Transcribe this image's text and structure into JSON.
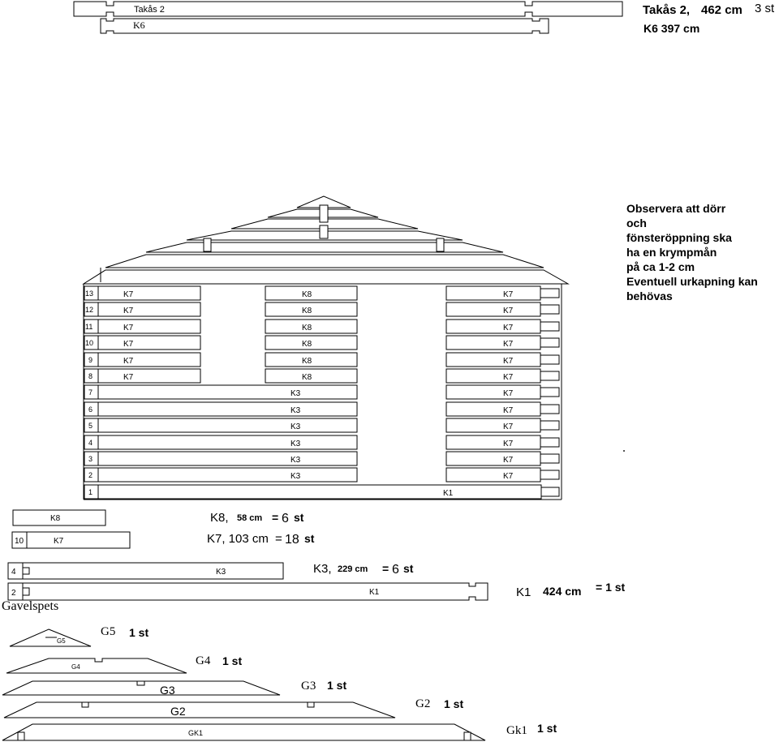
{
  "top": {
    "takas_label": "Takås 2",
    "k6_label": "K6",
    "takas_annot_name": "Takås 2,",
    "takas_annot_len": "462 cm",
    "takas_annot_qty": "3 st",
    "k6_annot": "K6 397 cm"
  },
  "note": {
    "lines": [
      "Observera att dörr",
      "och",
      "fönsteröppning ska",
      "ha en krympmån",
      "på ca 1-2 cm",
      "Eventuell urkapning kan",
      "behövas"
    ]
  },
  "wall": {
    "row_numbers": [
      "13",
      "12",
      "11",
      "10",
      "9",
      "8",
      "7",
      "6",
      "5",
      "4",
      "3",
      "2",
      "1"
    ],
    "k7": "K7",
    "k8": "K8",
    "k3": "K3",
    "k1": "K1"
  },
  "parts": {
    "k8_box": "K8",
    "k7_num": "10",
    "k7_box": "K7",
    "k3_num": "4",
    "k3_box": "K3",
    "k1_num": "2",
    "k1_box": "K1",
    "k8_annot": {
      "name": "K8,",
      "len": "58 cm",
      "eq": "=",
      "qty": "6",
      "unit": "st"
    },
    "k7_annot": {
      "name": "K7, 103 cm",
      "eq": "=",
      "qty": "18",
      "unit": "st"
    },
    "k3_annot": {
      "name": "K3,",
      "len": "229 cm",
      "eq": "=",
      "qty": "6",
      "unit": "st"
    },
    "k1_annot": {
      "name": "K1",
      "len": "424 cm",
      "eq": "= 1 st"
    }
  },
  "gable": {
    "heading": "Gavelspets",
    "items": [
      {
        "code": "G5",
        "label": "G5",
        "qty": "1 st"
      },
      {
        "code": "G4",
        "label": "G4",
        "qty": "1 st"
      },
      {
        "code": "G3",
        "label": "G3",
        "qty": "1 st"
      },
      {
        "code": "G2",
        "label": "G2",
        "qty": "1 st"
      },
      {
        "code": "Gk1",
        "label": "GK1",
        "qty": "1 st"
      }
    ]
  }
}
